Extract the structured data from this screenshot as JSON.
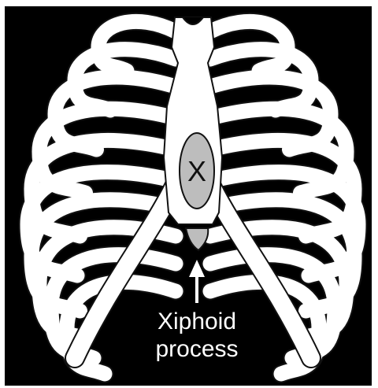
{
  "diagram": {
    "center_mark": "X",
    "label_line1": "Xiphoid",
    "label_line2": "process"
  },
  "colors": {
    "background": "#000000",
    "bone": "#ffffff",
    "outline": "#111111",
    "highlight": "#bdbdbd"
  }
}
